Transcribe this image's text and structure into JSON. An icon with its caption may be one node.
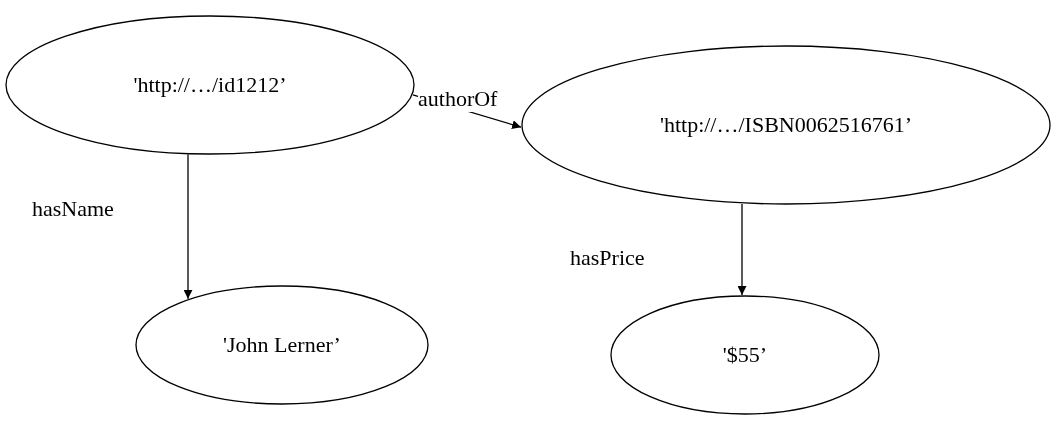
{
  "diagram": {
    "nodes": [
      {
        "text": [
          "'http://…/id1212’"
        ]
      },
      {
        "text": [
          "'http://…/ISBN0062516761’"
        ]
      },
      {
        "text": [
          "'John Lerner’"
        ]
      },
      {
        "text": [
          "'$55’"
        ]
      }
    ],
    "edges": [
      {
        "from": 0,
        "to": 1,
        "arrow": "to",
        "label": "authorOf"
      },
      {
        "from": 0,
        "to": 2,
        "arrow": "to",
        "label": "hasName"
      },
      {
        "from": 1,
        "to": 3,
        "arrow": "to",
        "label": "hasPrice"
      }
    ]
  }
}
